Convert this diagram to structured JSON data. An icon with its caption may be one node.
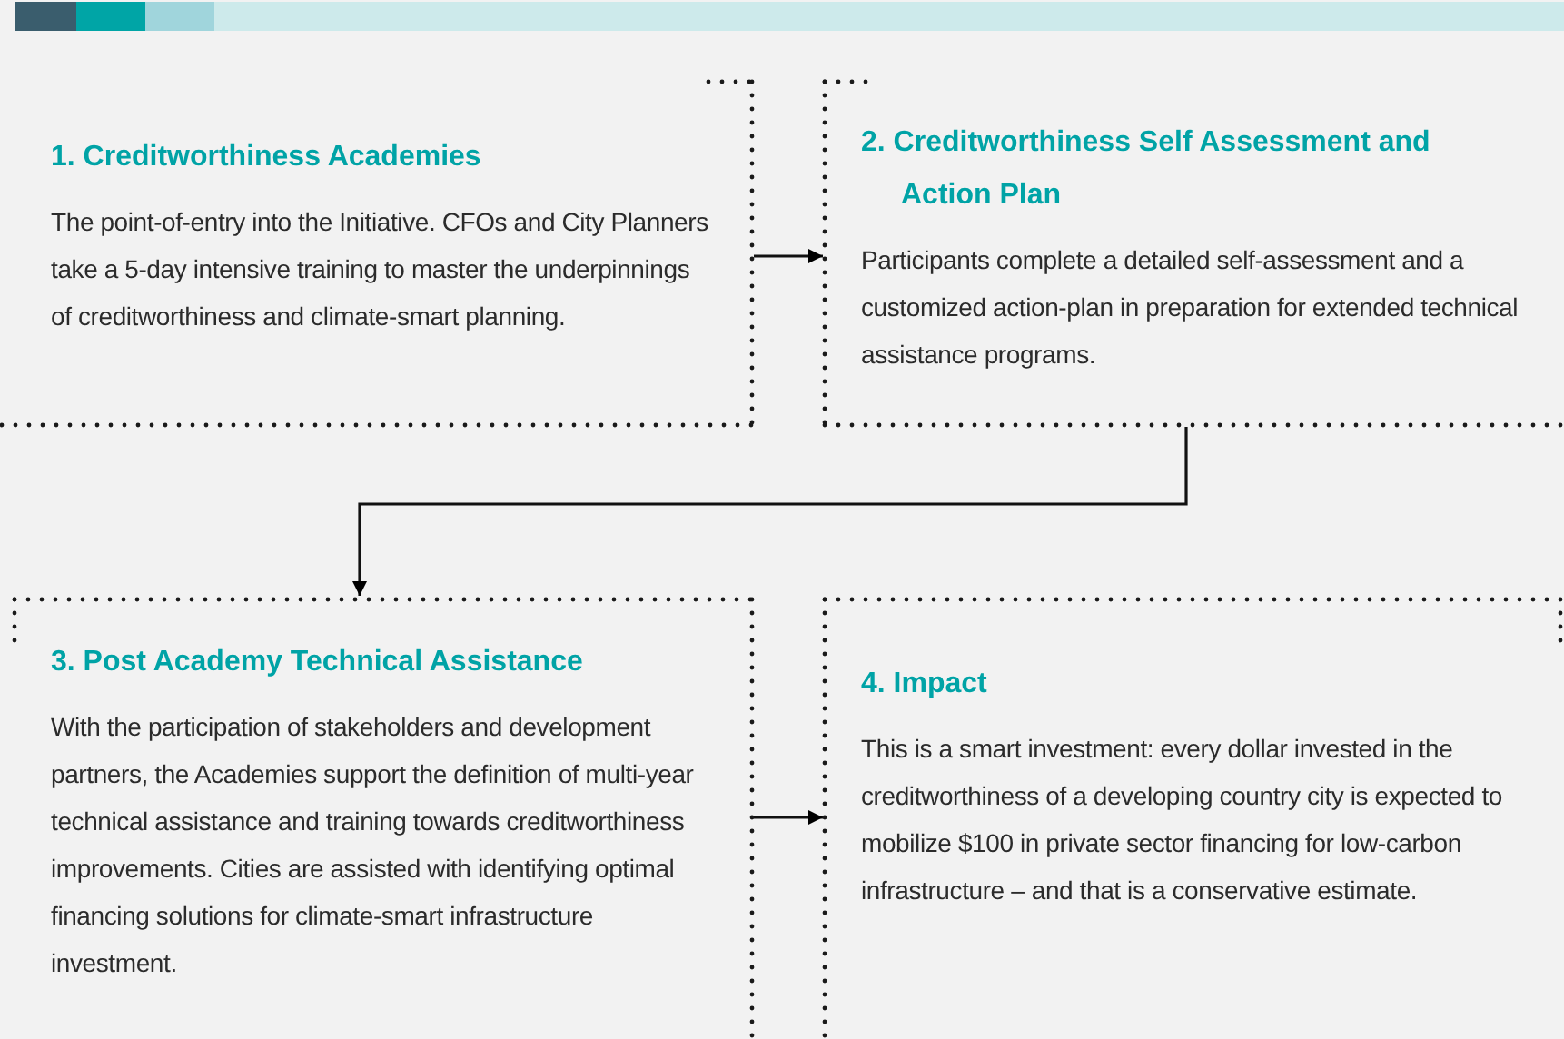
{
  "diagram": {
    "nodes": [
      {
        "text": [
          "1. Creditworthiness Academies",
          "The point-of-entry into the Initiative. CFOs and City Planners take a 5-day intensive training to master the underpinnings of creditworthiness and climate-smart planning."
        ]
      },
      {
        "text": [
          "2. Creditworthiness Self Assessment and Action Plan",
          "Participants complete a detailed self-assessment and a customized action-plan in preparation for extended technical assistance programs."
        ]
      },
      {
        "text": [
          "3. Post Academy Technical Assistance",
          "With the participation of stakeholders and development partners, the Academies support the definition of multi-year technical assistance and training towards creditworthiness improvements. Cities are assisted with identifying optimal financing solutions for climate-smart infrastructure investment."
        ]
      },
      {
        "text": [
          "4. Impact",
          "This is a smart investment: every dollar invested in the creditworthiness of a developing country city is expected to mobilize $100 in private sector financing for low-carbon infrastructure – and that is a conservative estimate."
        ]
      }
    ],
    "edges": [
      {
        "from": 0,
        "to": 1,
        "arrow": "to"
      },
      {
        "from": 1,
        "to": 2,
        "arrow": "to"
      },
      {
        "from": 2,
        "to": 3,
        "arrow": "to"
      }
    ]
  }
}
